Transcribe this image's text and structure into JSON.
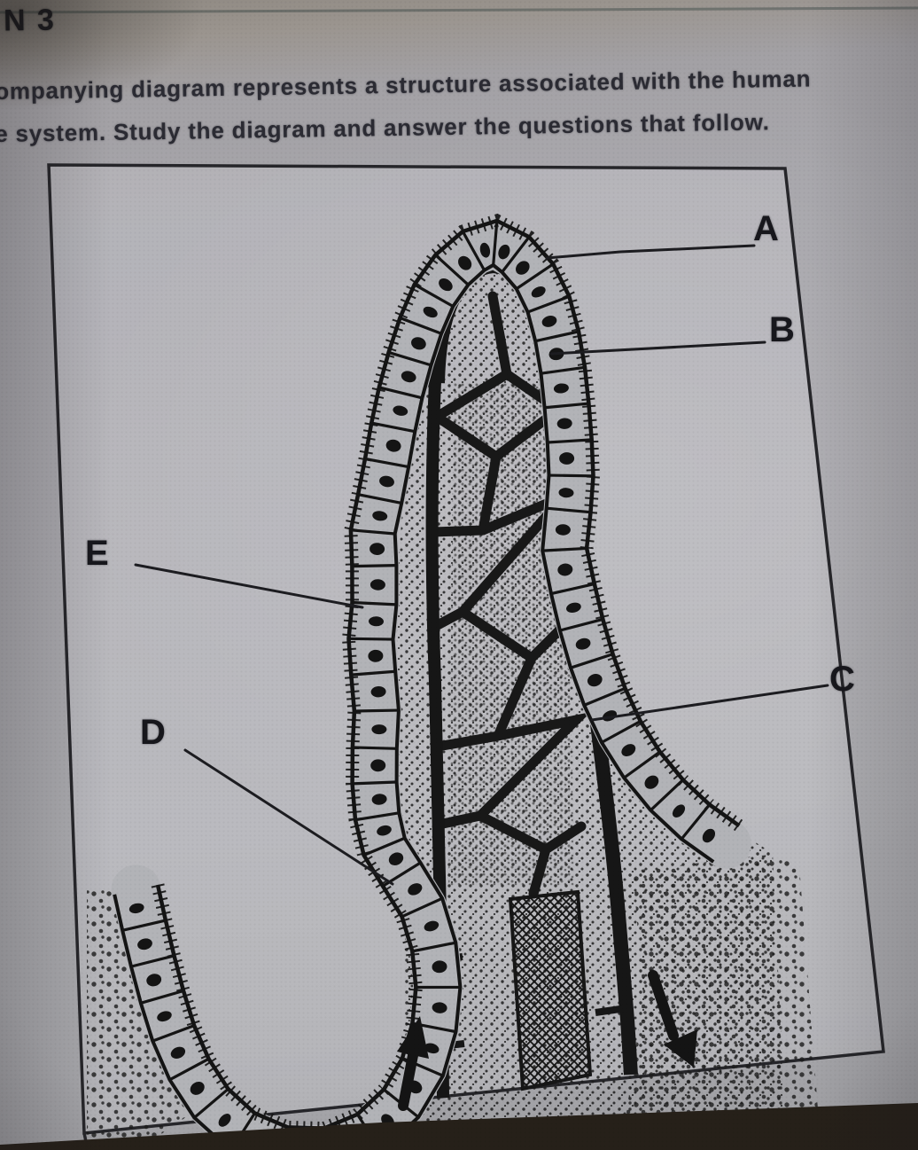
{
  "page": {
    "question_number_fragment": "N 3",
    "intro_line1": "ompanying diagram represents a structure associated with the human",
    "intro_line2": "e system. Study the diagram and answer the questions that follow.",
    "diagram": {
      "labels": [
        {
          "text": "A"
        },
        {
          "text": "B"
        },
        {
          "text": "C"
        },
        {
          "text": "D"
        },
        {
          "text": "E"
        }
      ],
      "arrows": [
        {
          "name": "flow-up-arrow",
          "direction": "up"
        },
        {
          "name": "flow-down-arrow",
          "direction": "down"
        }
      ]
    },
    "colors": {
      "ink": "#161616",
      "paper_outside_frame": "#a6a5a9",
      "paper_inside_frame": "#b3b4b8",
      "photo_background": "#262019"
    }
  }
}
